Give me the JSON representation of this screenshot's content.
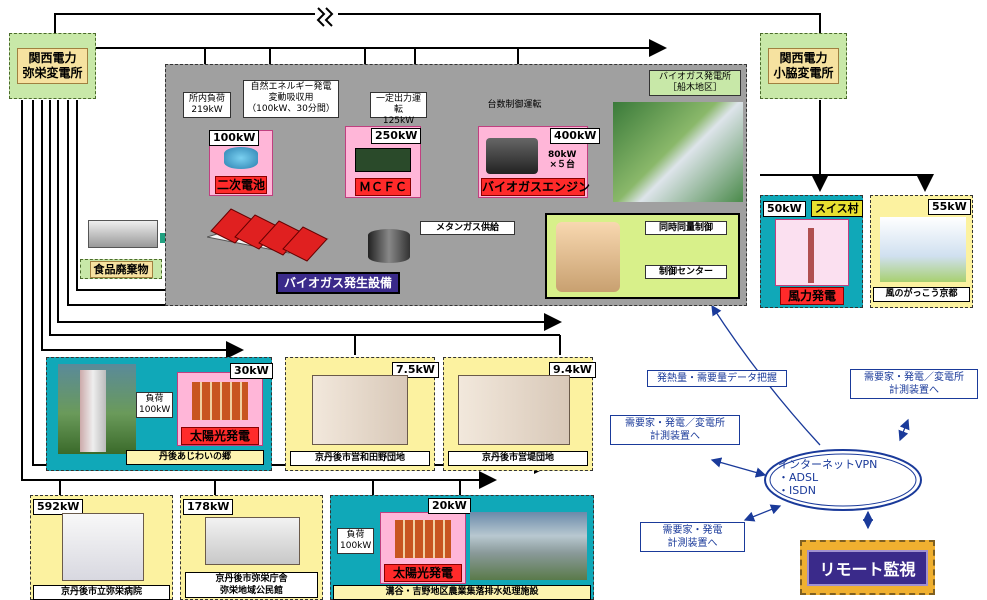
{
  "stations": {
    "yasaka": "関西電力\n弥栄変電所",
    "kowaki": "関西電力\n小脇変電所"
  },
  "plant": {
    "loads": {
      "internal": "所内負荷\n219kW",
      "renewable": "自然エネルギー発電\n変動吸収用\n（100kW、30分間）",
      "constant": "一定出力運転\n125kW",
      "units": "台数制御運転"
    },
    "battery": {
      "kw": "100kW",
      "label": "二次電池"
    },
    "mcfc": {
      "kw": "250kW",
      "label": "ＭＣＦＣ"
    },
    "engine": {
      "kw": "400kW",
      "label": "バイオガスエンジン",
      "note": "80kW\n×５台"
    },
    "site": "バイオガス発電所\n［船木地区］",
    "gas_supply": "メタンガス供給",
    "digester": "バイオガス発生設備",
    "food_waste": "食品廃棄物",
    "sync_control": "同時同量制御",
    "control_center": "制御センター"
  },
  "swiss": {
    "kw": "50kW",
    "village": "スイス村",
    "label": "風力発電"
  },
  "kaze": {
    "kw": "55kW",
    "label": "風のがっこう京都"
  },
  "ajiwai": {
    "kw": "30kW",
    "load": "負荷\n100kW",
    "pv": "太陽光発電",
    "label": "丹後あじわいの郷"
  },
  "wadano": {
    "kw": "7.5kW",
    "label": "京丹後市営和田野団地"
  },
  "tsutsumi": {
    "kw": "9.4kW",
    "label": "京丹後市営堤団地"
  },
  "hospital": {
    "kw": "592kW",
    "label": "京丹後市立弥栄病院"
  },
  "office": {
    "kw": "178kW",
    "label": "京丹後市弥栄庁舎\n弥栄地域公民館"
  },
  "mizoya": {
    "kw": "20kW",
    "load": "負荷\n100kW",
    "pv": "太陽光発電",
    "label": "溝谷・吉野地区農業集落排水処理施設"
  },
  "network": {
    "heat": "発熱量・需要量データ把握",
    "right_meter": "需要家・発電／変電所\n計測装置へ",
    "left_meter": "需要家・発電／変電所\n計測装置へ",
    "vpn": "インターネットVPN\n・ADSL\n・ISDN",
    "bottom_meter": "需要家・発電\n計測装置へ",
    "remote": "リモート監視"
  },
  "colors": {
    "line": "#000000",
    "blue": "#1a3a9a",
    "pv_panel": "#cc5522",
    "dashed_bg": "#9f9f9f"
  }
}
